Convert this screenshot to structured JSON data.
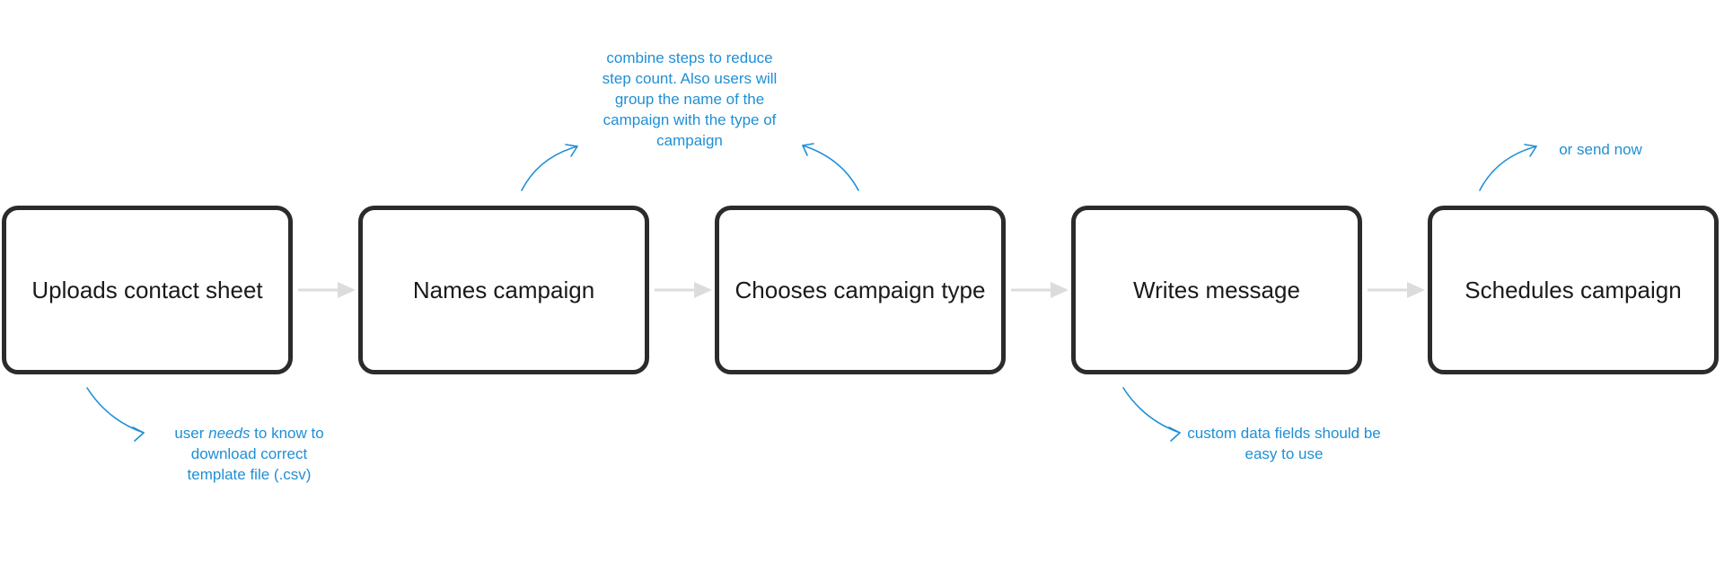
{
  "steps": [
    {
      "label": "Uploads contact sheet"
    },
    {
      "label": "Names campaign"
    },
    {
      "label": "Chooses campaign type"
    },
    {
      "label": "Writes message"
    },
    {
      "label": "Schedules campaign"
    }
  ],
  "notes": {
    "contact_sheet": {
      "prefix": "user ",
      "emphasis": "needs",
      "suffix": " to know to download correct template file (.csv)"
    },
    "combine_steps": "combine steps to reduce step count. Also users will group the name of the campaign with the type of campaign",
    "custom_fields": "custom data fields should be easy to use",
    "send_now": "or send now"
  },
  "colors": {
    "box_border": "#2b2b2b",
    "flow_arrow": "#dcdcdc",
    "annotation": "#1f8fd6"
  }
}
